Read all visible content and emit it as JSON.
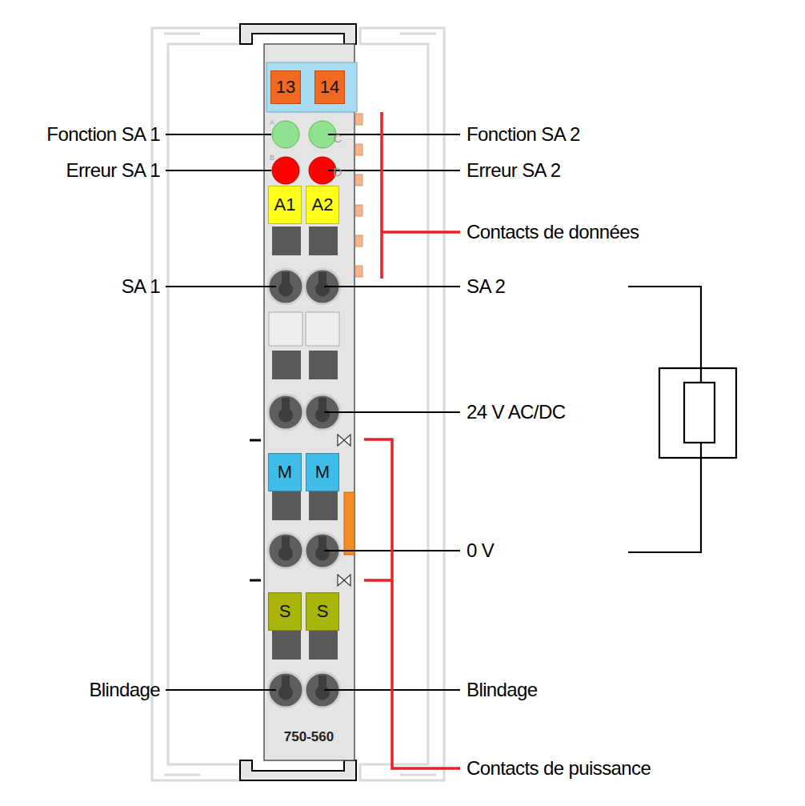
{
  "diagram": {
    "nodes": [
      {
        "text": [
          "750-560"
        ]
      },
      {
        "text": [
          "13"
        ],
        "in": 0
      },
      {
        "text": [
          "14"
        ],
        "in": 0
      },
      {
        "text": [
          "A1"
        ],
        "in": 0
      },
      {
        "text": [
          "A2"
        ],
        "in": 0
      },
      {
        "text": [
          "M"
        ],
        "in": 0
      },
      {
        "text": [
          "M"
        ],
        "in": 0
      },
      {
        "text": [
          "S"
        ],
        "in": 0
      },
      {
        "text": [
          "S"
        ],
        "in": 0
      }
    ],
    "labels": [
      "Fonction SA 1",
      "Erreur SA 1",
      "SA 1",
      "Blindage",
      "Fonction SA 2",
      "Erreur SA 2",
      "Contacts de données",
      "SA 2",
      "24 V AC/DC",
      "0 V",
      "Blindage",
      "Contacts de puissance",
      "A",
      "B",
      "C",
      "D"
    ]
  }
}
